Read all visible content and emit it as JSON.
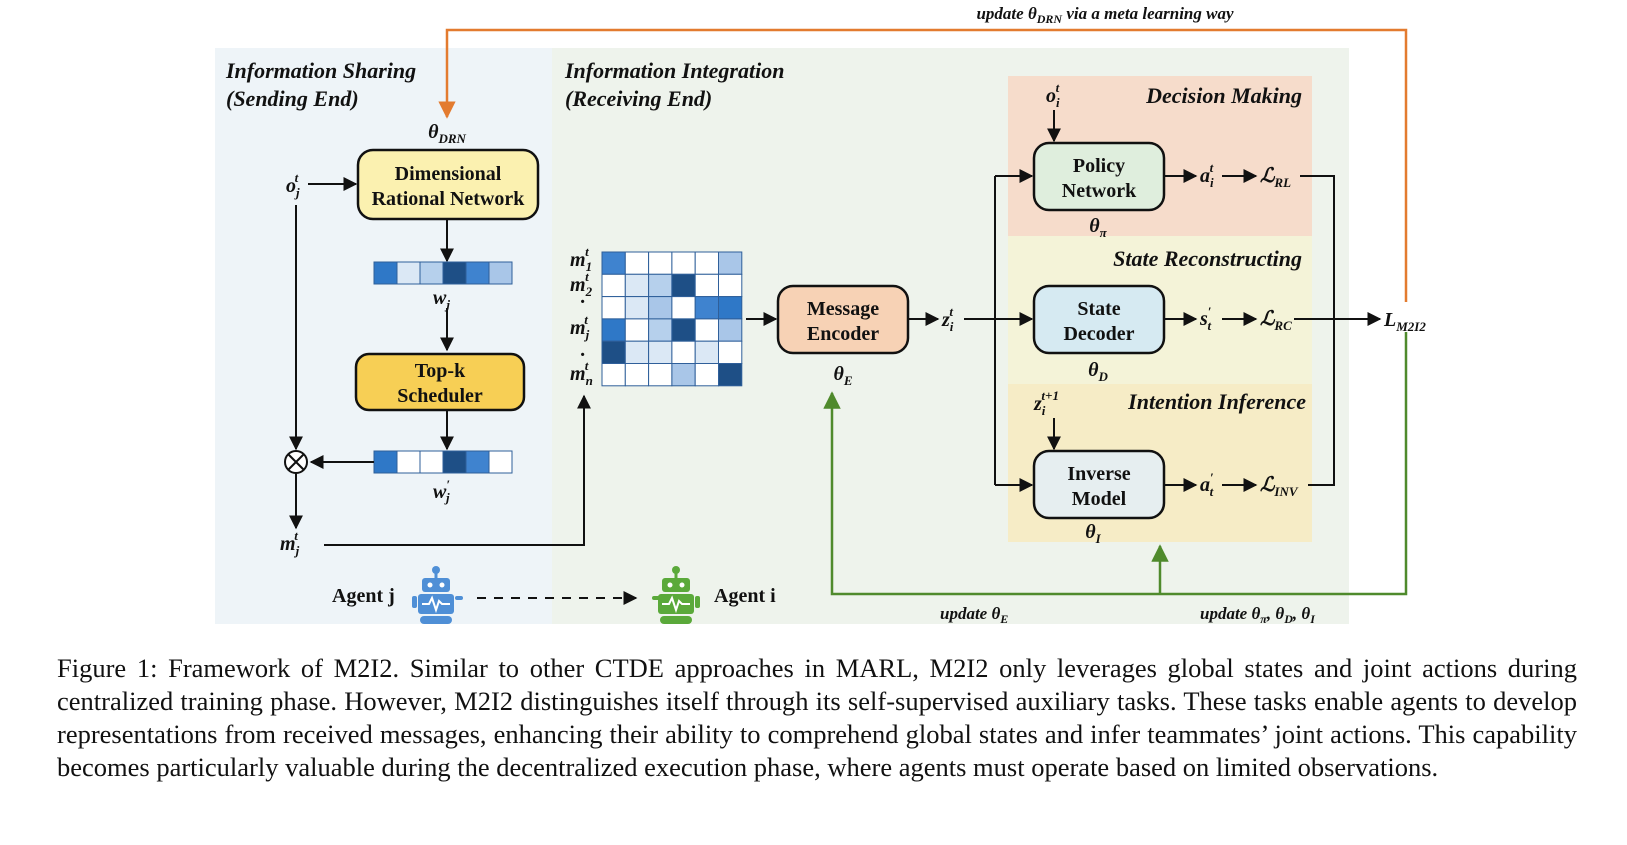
{
  "colors": {
    "sharing_bg": "#eef4f8",
    "integration_bg": "#eef3ec",
    "decision_bg": "#f6dccb",
    "state_bg": "#f4f3d8",
    "intention_bg": "#f6ecc6",
    "drn_fill": "#fbf1b0",
    "topk_fill": "#f7cf55",
    "encoder_fill": "#f7d2b5",
    "policy_fill": "#dfeedd",
    "decoder_fill": "#d6eaf2",
    "inverse_fill": "#e6eef0",
    "orange_line": "#e37b2f",
    "green_line": "#4f8a2c",
    "robot_blue": "#4f8fd6",
    "robot_green": "#5aa93a"
  },
  "top_update_label": "update θDRN via a meta learning way",
  "sections": {
    "sharing_title": [
      "Information Sharing",
      "(Sending End)"
    ],
    "integration_title": [
      "Information Integration",
      "(Receiving End)"
    ],
    "decision_making": "Decision Making",
    "state_reconstructing": "State Reconstructing",
    "intention_inference": "Intention Inference"
  },
  "boxes": {
    "drn": [
      "Dimensional",
      "Rational Network"
    ],
    "topk": [
      "Top-k",
      "Scheduler"
    ],
    "encoder": [
      "Message",
      "Encoder"
    ],
    "policy": [
      "Policy",
      "Network"
    ],
    "decoder": [
      "State",
      "Decoder"
    ],
    "inverse": [
      "Inverse",
      "Model"
    ]
  },
  "params": {
    "drn": "θDRN",
    "encoder": "θE",
    "policy": "θπ",
    "decoder": "θD",
    "inverse": "θI"
  },
  "symbols": {
    "o_j": "ojt",
    "w_j": "wj",
    "w_j_prime": "w′j",
    "m_j": "mjt",
    "m_list": [
      "m1t",
      "m2t",
      "·",
      "mjt",
      "·",
      "mnt"
    ],
    "z_i": "zit",
    "o_i": "oit",
    "z_next": "zit+1",
    "a_i": "ait",
    "s_prime": "s′t",
    "a_prime": "a′t",
    "loss_rl": "ℒRL",
    "loss_rc": "ℒRC",
    "loss_inv": "ℒINV",
    "loss_total": "LM2I2"
  },
  "agents": {
    "sender": "Agent j",
    "receiver": "Agent i"
  },
  "bottom_updates": {
    "encoder": "update θE",
    "heads": "update θπ, θD, θI"
  },
  "vectors": {
    "w_j": [
      "#2f78c7",
      "#dbe8f5",
      "#b6d0ec",
      "#1e4f86",
      "#3f83cf",
      "#a9c6e8"
    ],
    "w_j_prime": [
      "#2f78c7",
      "#ffffff",
      "#ffffff",
      "#1e4f86",
      "#3f83cf",
      "#ffffff"
    ]
  },
  "matrix": [
    [
      "#3f83cf",
      "#ffffff",
      "#ffffff",
      "#ffffff",
      "#ffffff",
      "#a9c6e8"
    ],
    [
      "#ffffff",
      "#dbe8f5",
      "#b6d0ec",
      "#1e4f86",
      "#ffffff",
      "#ffffff"
    ],
    [
      "#ffffff",
      "#dbe8f5",
      "#a9c6e8",
      "#ffffff",
      "#3f83cf",
      "#2f78c7"
    ],
    [
      "#2f78c7",
      "#ffffff",
      "#b6d0ec",
      "#1e4f86",
      "#ffffff",
      "#a9c6e8"
    ],
    [
      "#1e4f86",
      "#dbe8f5",
      "#dbe8f5",
      "#ffffff",
      "#dbe8f5",
      "#ffffff"
    ],
    [
      "#ffffff",
      "#ffffff",
      "#ffffff",
      "#a9c6e8",
      "#ffffff",
      "#1e4f86"
    ]
  ],
  "caption": "Figure 1: Framework of M2I2. Similar to other CTDE approaches in MARL, M2I2 only leverages global states and joint actions during centralized training phase. However, M2I2 distinguishes itself through its self-supervised auxiliary tasks. These tasks enable agents to develop representations from received messages, enhancing their ability to comprehend global states and infer teammates’ joint actions. This capability becomes particularly valuable during the decentralized execution phase, where agents must operate based on limited observations."
}
